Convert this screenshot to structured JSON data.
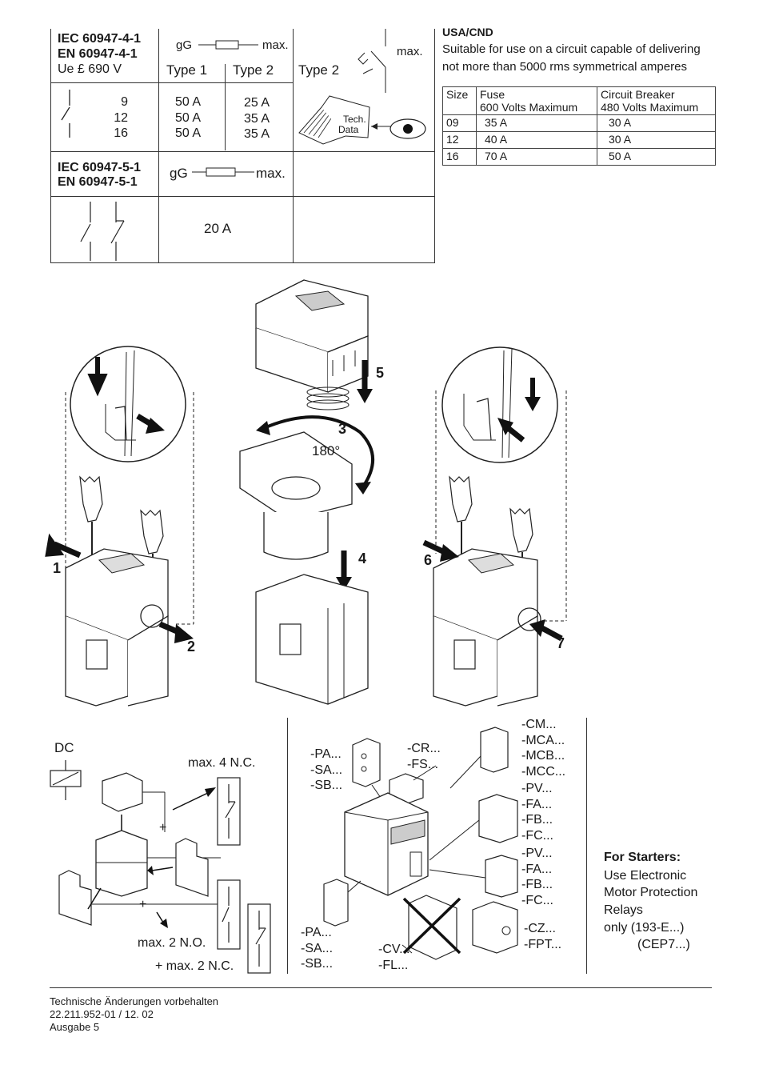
{
  "iec_table": {
    "header_std_1": "IEC 60947-4-1",
    "header_std_2": "EN 60947-4-1",
    "header_voltage": "Ue £ 690 V",
    "fuse_gg": "gG",
    "fuse_max": "max.",
    "type1": "Type 1",
    "type2": "Type 2",
    "type2_right": "Type 2",
    "cb_max": "max.",
    "sizes": [
      "9",
      "12",
      "16"
    ],
    "type1_values": [
      "50 A",
      "50 A",
      "50 A"
    ],
    "type2_values": [
      "25 A",
      "35 A",
      "35 A"
    ],
    "tech_data": [
      "Tech.",
      "Data"
    ],
    "aux_std_1": "IEC 60947-5-1",
    "aux_std_2": "EN 60947-5-1",
    "aux_gg": "gG",
    "aux_max": "max.",
    "aux_value": "20 A"
  },
  "usa": {
    "title": "USA/CND",
    "description_1": "Suitable for use on a circuit capable of delivering",
    "description_2": "not more than 5000 rms symmetrical amperes",
    "head_size": "Size",
    "head_fuse": "Fuse",
    "head_fuse_sub": "600 Volts Maximum",
    "head_cb": "Circuit Breaker",
    "head_cb_sub": "480 Volts Maximum",
    "rows": [
      {
        "size": "09",
        "fuse": "35 A",
        "cb": "30 A"
      },
      {
        "size": "12",
        "fuse": "40 A",
        "cb": "30 A"
      },
      {
        "size": "16",
        "fuse": "70 A",
        "cb": "50 A"
      }
    ]
  },
  "steps": {
    "s1": "1",
    "s2": "2",
    "s3": "3",
    "s4": "4",
    "s5": "5",
    "s6": "6",
    "s7": "7",
    "rotation": "180°"
  },
  "aux": {
    "dc": "DC",
    "max_nc": "max. 4 N.C.",
    "max_no": "max. 2 N.O.",
    "max_nc2": "+ max. 2 N.C.",
    "plus": "+"
  },
  "accessories": {
    "pa_top": [
      "-PA...",
      "-SA...",
      "-SB..."
    ],
    "cr": [
      "-CR...",
      "-FS..."
    ],
    "cm": [
      "-CM...",
      "-MCA...",
      "-MCB...",
      "-MCC..."
    ],
    "pv1": [
      "-PV...",
      "-FA...",
      "-FB...",
      "-FC..."
    ],
    "pv2": [
      "-PV...",
      "-FA...",
      "-FB...",
      "-FC..."
    ],
    "cz": [
      "-CZ...",
      "-FPT..."
    ],
    "pa_bottom": [
      "-PA...",
      "-SA...",
      "-SB..."
    ],
    "cv": [
      "-CV...",
      "-FL..."
    ]
  },
  "starters": {
    "title": "For Starters:",
    "lines": [
      "Use Electronic",
      "Motor Protection",
      "Relays",
      "only  (193-E...)",
      "(CEP7...)"
    ]
  },
  "footer": {
    "line1": "Technische Änderungen vorbehalten",
    "line2": "22.211.952-01 / 12. 02",
    "line3": "Ausgabe 5"
  }
}
